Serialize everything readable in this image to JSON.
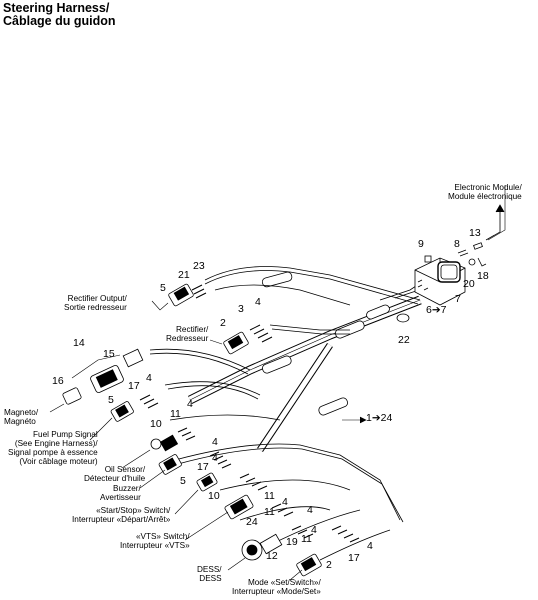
{
  "title": {
    "line1": "Steering Harness/",
    "line2": "Câblage du guidon"
  },
  "captions": {
    "electronic_module": {
      "line1": "Electronic Module/",
      "line2": "Module électronique"
    },
    "rectifier_output": {
      "line1": "Rectifier Output/",
      "line2": "Sortie redresseur"
    },
    "rectifier": {
      "line1": "Rectifier/",
      "line2": "Redresseur"
    },
    "magneto": {
      "line1": "Magneto/",
      "line2": "Magnéto"
    },
    "fuel_pump": {
      "line1": "Fuel Pump Signal",
      "line2": "(See Engine Harness)/",
      "line3": "Signal pompe à essence",
      "line4": "(Voir câblage moteur)"
    },
    "oil_sensor": {
      "line1": "Oil Sensor/",
      "line2": "Détecteur d'huile"
    },
    "buzzer": {
      "line1": "Buzzer/",
      "line2": "Avertisseur"
    },
    "start_stop": {
      "line1": "«Start/Stop» Switch/",
      "line2": "Interrupteur «Départ/Arrêt»"
    },
    "vts": {
      "line1": "«VTS» Switch/",
      "line2": "Interrupteur «VTS»"
    },
    "dess": {
      "line1": "DESS/",
      "line2": "DESS"
    },
    "mode_set": {
      "line1": "Mode «Set/Switch»/",
      "line2": "Interrupteur «Mode/Set»"
    }
  },
  "callouts": {
    "c9": "9",
    "c8": "8",
    "c13": "13",
    "c18": "18",
    "c20": "20",
    "c7": "7",
    "c6to7": "6➔7",
    "c22": "22",
    "c23": "23",
    "c21": "21",
    "c5a": "5",
    "c3": "3",
    "c4a": "4",
    "c2a": "2",
    "c14": "14",
    "c15": "15",
    "c16": "16",
    "c17a": "17",
    "c4b": "4",
    "c5b": "5",
    "c10a": "10",
    "c4c": "4",
    "c11a": "11",
    "c1to24": "1➔24",
    "c4d": "4",
    "c4e": "4",
    "c17b": "17",
    "c5c": "5",
    "c10b": "10",
    "c11b": "11",
    "c4f": "4",
    "c11c": "11",
    "c4g": "4",
    "c24": "24",
    "c12": "12",
    "c19": "19",
    "c11d": "11",
    "c4h": "4",
    "c2b": "2",
    "c17c": "17",
    "c4i": "4"
  }
}
